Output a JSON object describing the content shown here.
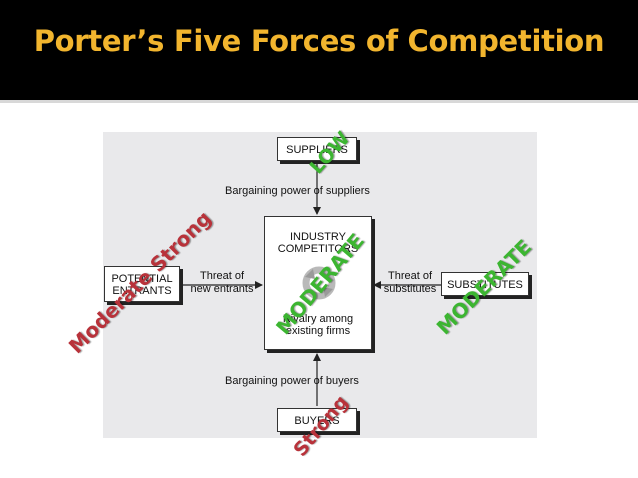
{
  "slide": {
    "title": "Porter’s Five Forces of Competition"
  },
  "diagram": {
    "suppliers": {
      "label": "SUPPLIERS",
      "rating": "LOW"
    },
    "bargaining_suppliers": "Bargaining power of suppliers",
    "industry": {
      "title_line1": "INDUSTRY",
      "title_line2": "COMPETITORS",
      "foot_line1": "Rivalry among",
      "foot_line2": "existing firms",
      "rating": "MODERATE"
    },
    "potential_entrants": {
      "label_line1": "POTENTIAL",
      "label_line2": "ENTRANTS",
      "rating": "Moderate Strong"
    },
    "threat_new_entrants": {
      "line1": "Threat of",
      "line2": "new entrants"
    },
    "substitutes": {
      "label": "SUBSTITUTES",
      "rating": "MODERATE"
    },
    "threat_substitutes": {
      "line1": "Threat of",
      "line2": "substitutes"
    },
    "bargaining_buyers": "Bargaining power of buyers",
    "buyers": {
      "label": "BUYERS",
      "rating": "Strong"
    }
  },
  "colors": {
    "title": "#f2b52e",
    "rating_green": "#3cb531",
    "rating_red": "#b8323a"
  },
  "icons": {
    "center": "circular-arrows-icon"
  }
}
